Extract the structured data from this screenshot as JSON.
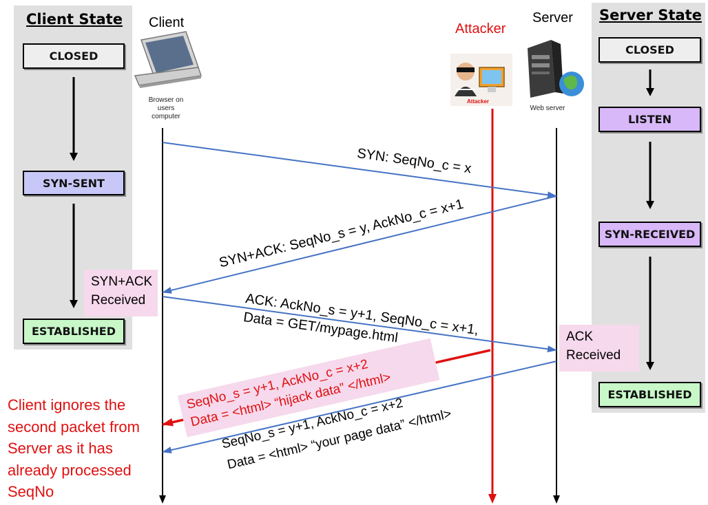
{
  "client_state": {
    "title": "Client State",
    "states": [
      "CLOSED",
      "SYN-SENT",
      "ESTABLISHED"
    ]
  },
  "server_state": {
    "title": "Server State",
    "states": [
      "CLOSED",
      "LISTEN",
      "SYN-RECEIVED",
      "ESTABLISHED"
    ]
  },
  "actors": {
    "client": {
      "label": "Client",
      "caption": "Browser on users computer"
    },
    "attacker": {
      "label": "Attacker",
      "caption": "Attacker"
    },
    "server": {
      "label": "Server",
      "caption": "Web server"
    }
  },
  "messages": {
    "syn": "SYN: SeqNo_c = x",
    "synack": "SYN+ACK: SeqNo_s = y, AckNo_c = x+1",
    "ack_line1": "ACK: AckNo_s = y+1, SeqNo_c = x+1,",
    "ack_line2": "Data = GET/mypage.html",
    "hijack_line1": "SeqNo_s = y+1, AckNo_c = x+2",
    "hijack_line2": "Data = <html> “hijack data” </html>",
    "real_line1": "SeqNo_s = y+1, AckNo_c = x+2",
    "real_line2": "Data = <html> “your page data” </html>"
  },
  "notes": {
    "synack_received": [
      "SYN+ACK",
      "Received"
    ],
    "ack_received": [
      "ACK",
      "Received"
    ],
    "client_ignores": [
      "Client ignores the",
      "second packet from",
      "Server as it has",
      "already processed",
      "SeqNo"
    ]
  },
  "colors": {
    "blue_arrow": "#4472c4",
    "red_arrow": "#e01010",
    "closed_fill": "#eeeeee",
    "synsent_fill": "#c8c8f8",
    "listen_fill": "#d8b8f8",
    "established_fill": "#c8f8c8",
    "pink_note": "#f6d9ec"
  }
}
